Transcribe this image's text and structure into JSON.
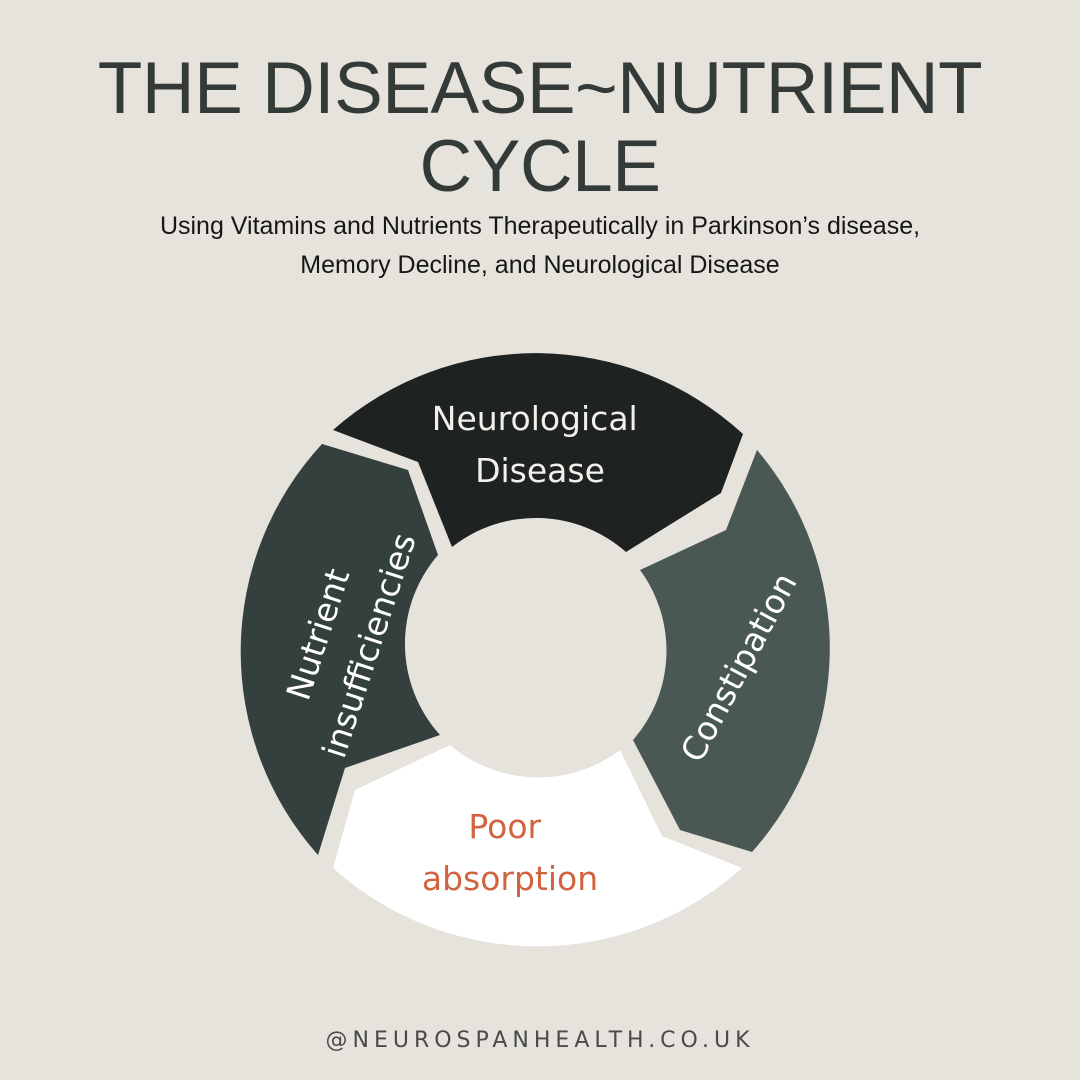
{
  "title": {
    "line1": "THE DISEASE~NUTRIENT",
    "line2": "CYCLE"
  },
  "subtitle": {
    "line1": "Using Vitamins and Nutrients Therapeutically in Parkinson’s disease,",
    "line2": "Memory Decline, and Neurological Disease"
  },
  "cycle": {
    "segments": [
      {
        "id": "neurological-disease",
        "lines": [
          "Neurological",
          "Disease"
        ],
        "fill": "#1e2221",
        "text_color": "#f2f0eb"
      },
      {
        "id": "constipation",
        "lines": [
          "Constipation"
        ],
        "fill": "#4a5854",
        "text_color": "#ffffff"
      },
      {
        "id": "poor-absorption",
        "lines": [
          "Poor",
          "absorption"
        ],
        "fill": "#ffffff",
        "text_color": "#d2633f"
      },
      {
        "id": "nutrient-insufficiencies",
        "lines": [
          "Nutrient",
          "insufficiencies"
        ],
        "fill": "#34403d",
        "text_color": "#ffffff"
      }
    ]
  },
  "footer": {
    "handle": "@NEUROSPANHEALTH.CO.UK"
  },
  "colors": {
    "background": "#e6e3dc",
    "title": "#343a38",
    "accent": "#d2633f"
  }
}
